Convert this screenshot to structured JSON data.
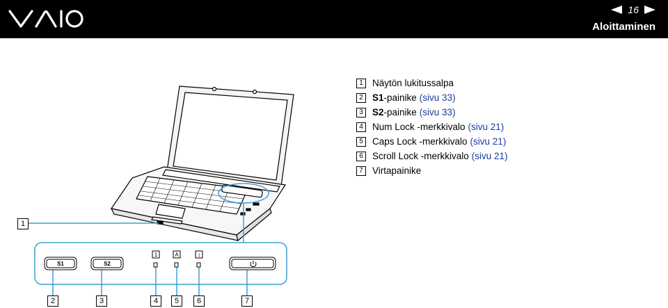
{
  "header": {
    "brand": "VAIO",
    "page_number": "16",
    "section_title": "Aloittaminen"
  },
  "legend": [
    {
      "num": "1",
      "bold": "",
      "text": "Näytön lukitussalpa",
      "link": ""
    },
    {
      "num": "2",
      "bold": "S1",
      "text": "-painike",
      "link": "(sivu 33)"
    },
    {
      "num": "3",
      "bold": "S2",
      "text": "-painike",
      "link": "(sivu 33)"
    },
    {
      "num": "4",
      "bold": "",
      "text": "Num Lock -merkkivalo",
      "link": "(sivu 21)"
    },
    {
      "num": "5",
      "bold": "",
      "text": "Caps Lock -merkkivalo",
      "link": "(sivu 21)"
    },
    {
      "num": "6",
      "bold": "",
      "text": "Scroll Lock -merkkivalo",
      "link": "(sivu 21)"
    },
    {
      "num": "7",
      "bold": "",
      "text": "Virtapainike",
      "link": ""
    }
  ],
  "callouts": [
    "1",
    "2",
    "3",
    "4",
    "5",
    "6",
    "7"
  ],
  "panel": {
    "s1_label": "S1",
    "s2_label": "S2",
    "num_lock_symbol": "1",
    "caps_lock_symbol": "A",
    "scroll_lock_symbol": "↕"
  },
  "colors": {
    "header_bg": "#000000",
    "link": "#1a3a9c",
    "callout_line": "#3aa0d8"
  }
}
